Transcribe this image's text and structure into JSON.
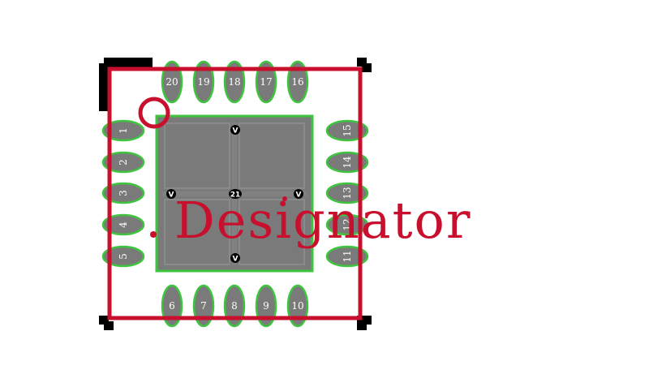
{
  "footprint": {
    "designator_text": "Designator",
    "colors": {
      "silkscreen": "#c8102e",
      "pad_fill": "#7a7a7a",
      "pad_outline": "#3ec43e",
      "corner_marks": "#000000",
      "pad_text": "#ffffff",
      "background": "#ffffff"
    },
    "pads_top": [
      {
        "label": "20"
      },
      {
        "label": "19"
      },
      {
        "label": "18"
      },
      {
        "label": "17"
      },
      {
        "label": "16"
      }
    ],
    "pads_bottom": [
      {
        "label": "6"
      },
      {
        "label": "7"
      },
      {
        "label": "8"
      },
      {
        "label": "9"
      },
      {
        "label": "10"
      }
    ],
    "pads_left": [
      {
        "label": "1"
      },
      {
        "label": "2"
      },
      {
        "label": "3"
      },
      {
        "label": "4"
      },
      {
        "label": "5"
      }
    ],
    "pads_right": [
      {
        "label": "15"
      },
      {
        "label": "14"
      },
      {
        "label": "13"
      },
      {
        "label": "12"
      },
      {
        "label": "11"
      }
    ],
    "thermal_pad": {
      "center_label": "21",
      "via_labels": [
        "V",
        "V",
        "V",
        "V"
      ]
    }
  }
}
